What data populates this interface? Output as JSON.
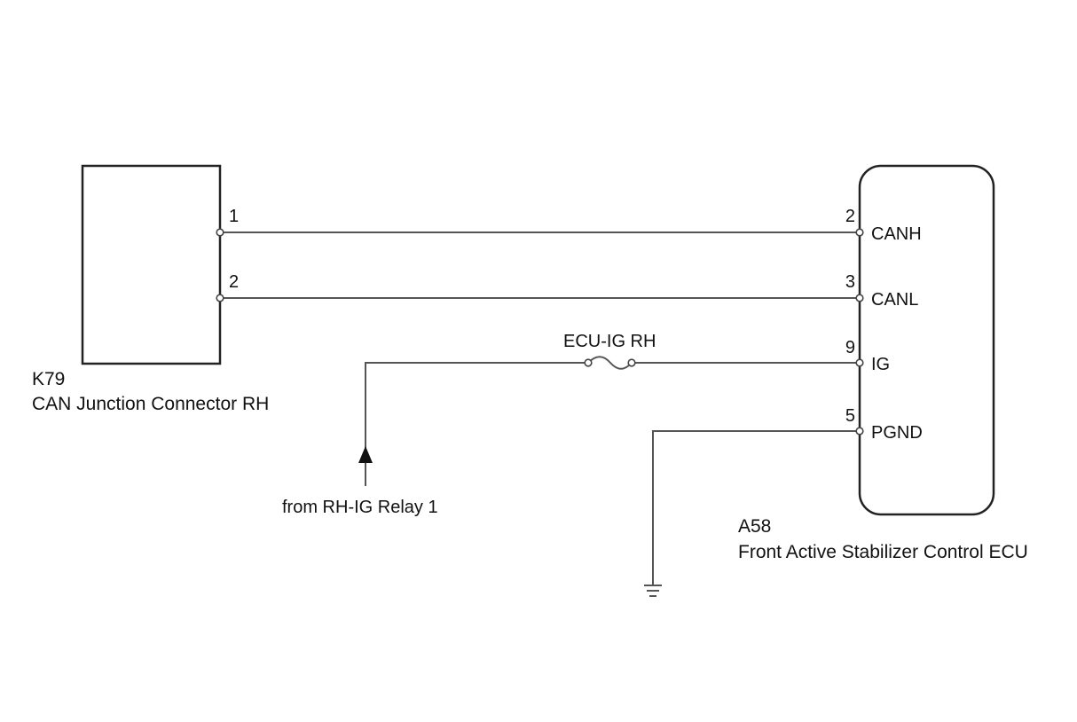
{
  "left_connector": {
    "id": "K79",
    "name": "CAN Junction Connector RH",
    "pins": [
      "1",
      "2"
    ]
  },
  "right_ecu": {
    "id": "A58",
    "name": "Front Active Stabilizer Control ECU",
    "pins": [
      {
        "number": "2",
        "signal": "CANH"
      },
      {
        "number": "3",
        "signal": "CANL"
      },
      {
        "number": "9",
        "signal": "IG"
      },
      {
        "number": "5",
        "signal": "PGND"
      }
    ]
  },
  "fuse": {
    "label": "ECU-IG RH"
  },
  "power_source": {
    "label": "from RH-IG Relay 1"
  },
  "colors": {
    "wire": "#555555",
    "outline": "#222222",
    "text": "#111111"
  }
}
